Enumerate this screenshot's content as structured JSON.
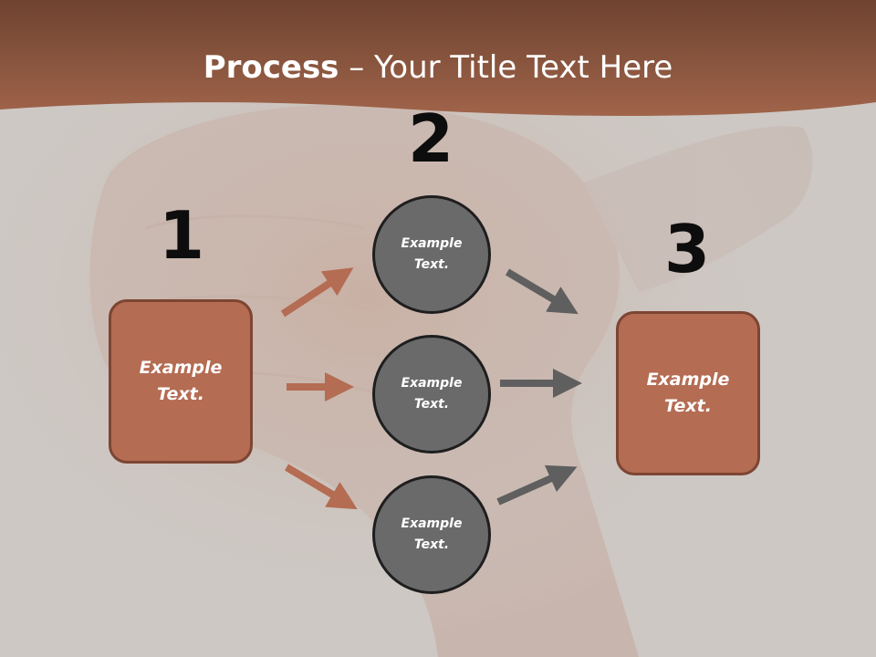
{
  "title": {
    "bold": "Process",
    "rest": " – Your Title Text Here"
  },
  "steps": {
    "one": "1",
    "two": "2",
    "three": "3"
  },
  "left_box": {
    "line1": "Example",
    "line2": "Text."
  },
  "circles": [
    {
      "line1": "Example",
      "line2": "Text."
    },
    {
      "line1": "Example",
      "line2": "Text."
    },
    {
      "line1": "Example",
      "line2": "Text."
    }
  ],
  "right_box": {
    "line1": "Example",
    "line2": "Text."
  },
  "colors": {
    "header": "#a0644a",
    "box_fill": "#b46c52",
    "box_border": "#7d4533",
    "circle_fill": "#6b6a6b",
    "circle_border": "#1e1e1e",
    "arrow_left": "#b46c52",
    "arrow_right": "#5f5f5f"
  }
}
